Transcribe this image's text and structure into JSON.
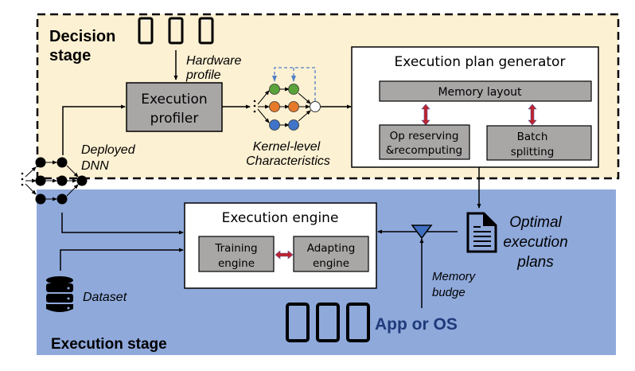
{
  "colors": {
    "decision_bg": "#fdf1d3",
    "execution_bg": "#8fa9db",
    "box_gray": "#a9a6a6",
    "white_box": "#ffffff",
    "red_arrow": "#c0222b",
    "node_green": "#5aa23a",
    "node_orange": "#e57a2b",
    "node_blue": "#3f74c8",
    "dashed_blue": "#4f7fc4",
    "app_text": "#1f3a7a",
    "triangle": "#3f6fc0"
  },
  "decision_stage": {
    "title_line1": "Decision",
    "title_line2": "stage",
    "hardware_profile_line1": "Hardware",
    "hardware_profile_line2": "profile",
    "execution_profiler_line1": "Execution",
    "execution_profiler_line2": "profiler",
    "kernel_line1": "Kernel-level",
    "kernel_line2": "Characteristics",
    "deployed_line1": "Deployed",
    "deployed_line2": "DNN",
    "plan_generator": {
      "title": "Execution plan generator",
      "memory_layout": "Memory layout",
      "op_line1": "Op reserving",
      "op_line2": "&recomputing",
      "batch_line1": "Batch",
      "batch_line2": "splitting"
    }
  },
  "execution_stage": {
    "title": "Execution stage",
    "engine": {
      "title": "Execution engine",
      "training_line1": "Training",
      "training_line2": "engine",
      "adapting_line1": "Adapting",
      "adapting_line2": "engine"
    },
    "optimal_line1": "Optimal",
    "optimal_line2": "execution",
    "optimal_line3": "plans",
    "memory_line1": "Memory",
    "memory_line2": "budge",
    "dataset": "Dataset",
    "app_or_os": "App or OS"
  },
  "icons": {
    "phone": "smartphone-icon",
    "document": "document-icon",
    "database": "database-icon",
    "triangle": "merge-triangle-icon"
  }
}
